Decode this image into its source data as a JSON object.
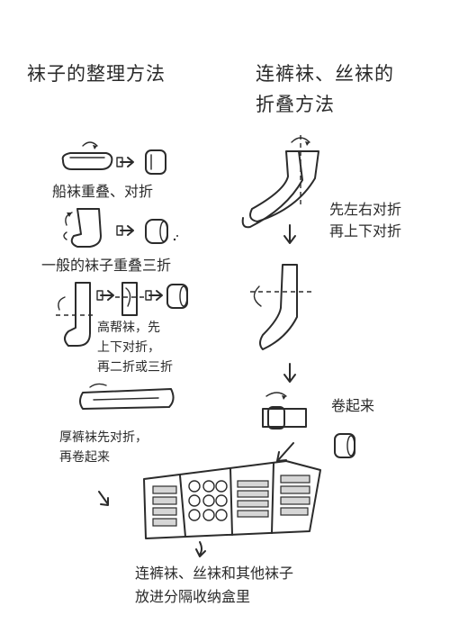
{
  "left_title": "袜子的整理方法",
  "right_title_line1": "连裤袜、丝袜的",
  "right_title_line2": "折叠方法",
  "left_steps": {
    "boat_socks": "船袜重叠、对折",
    "regular_socks": "一般的袜子重叠三折",
    "high_socks_line1": "高帮袜，先",
    "high_socks_line2": "上下对折，",
    "high_socks_line3": "再二折或三折",
    "thick_tights_line1": "厚裤袜先对折，",
    "thick_tights_line2": "再卷起来"
  },
  "right_steps": {
    "fold_line1": "先左右对折",
    "fold_line2": "再上下对折",
    "roll": "卷起来"
  },
  "bottom_caption_line1": "连裤袜、丝袜和其他袜子",
  "bottom_caption_line2": "放进分隔收纳盒里",
  "icons": [
    "fold-arrow-icon",
    "right-arrow-icon",
    "down-arrow-icon",
    "sock-icon",
    "rolled-sock-icon",
    "storage-box-icon"
  ]
}
